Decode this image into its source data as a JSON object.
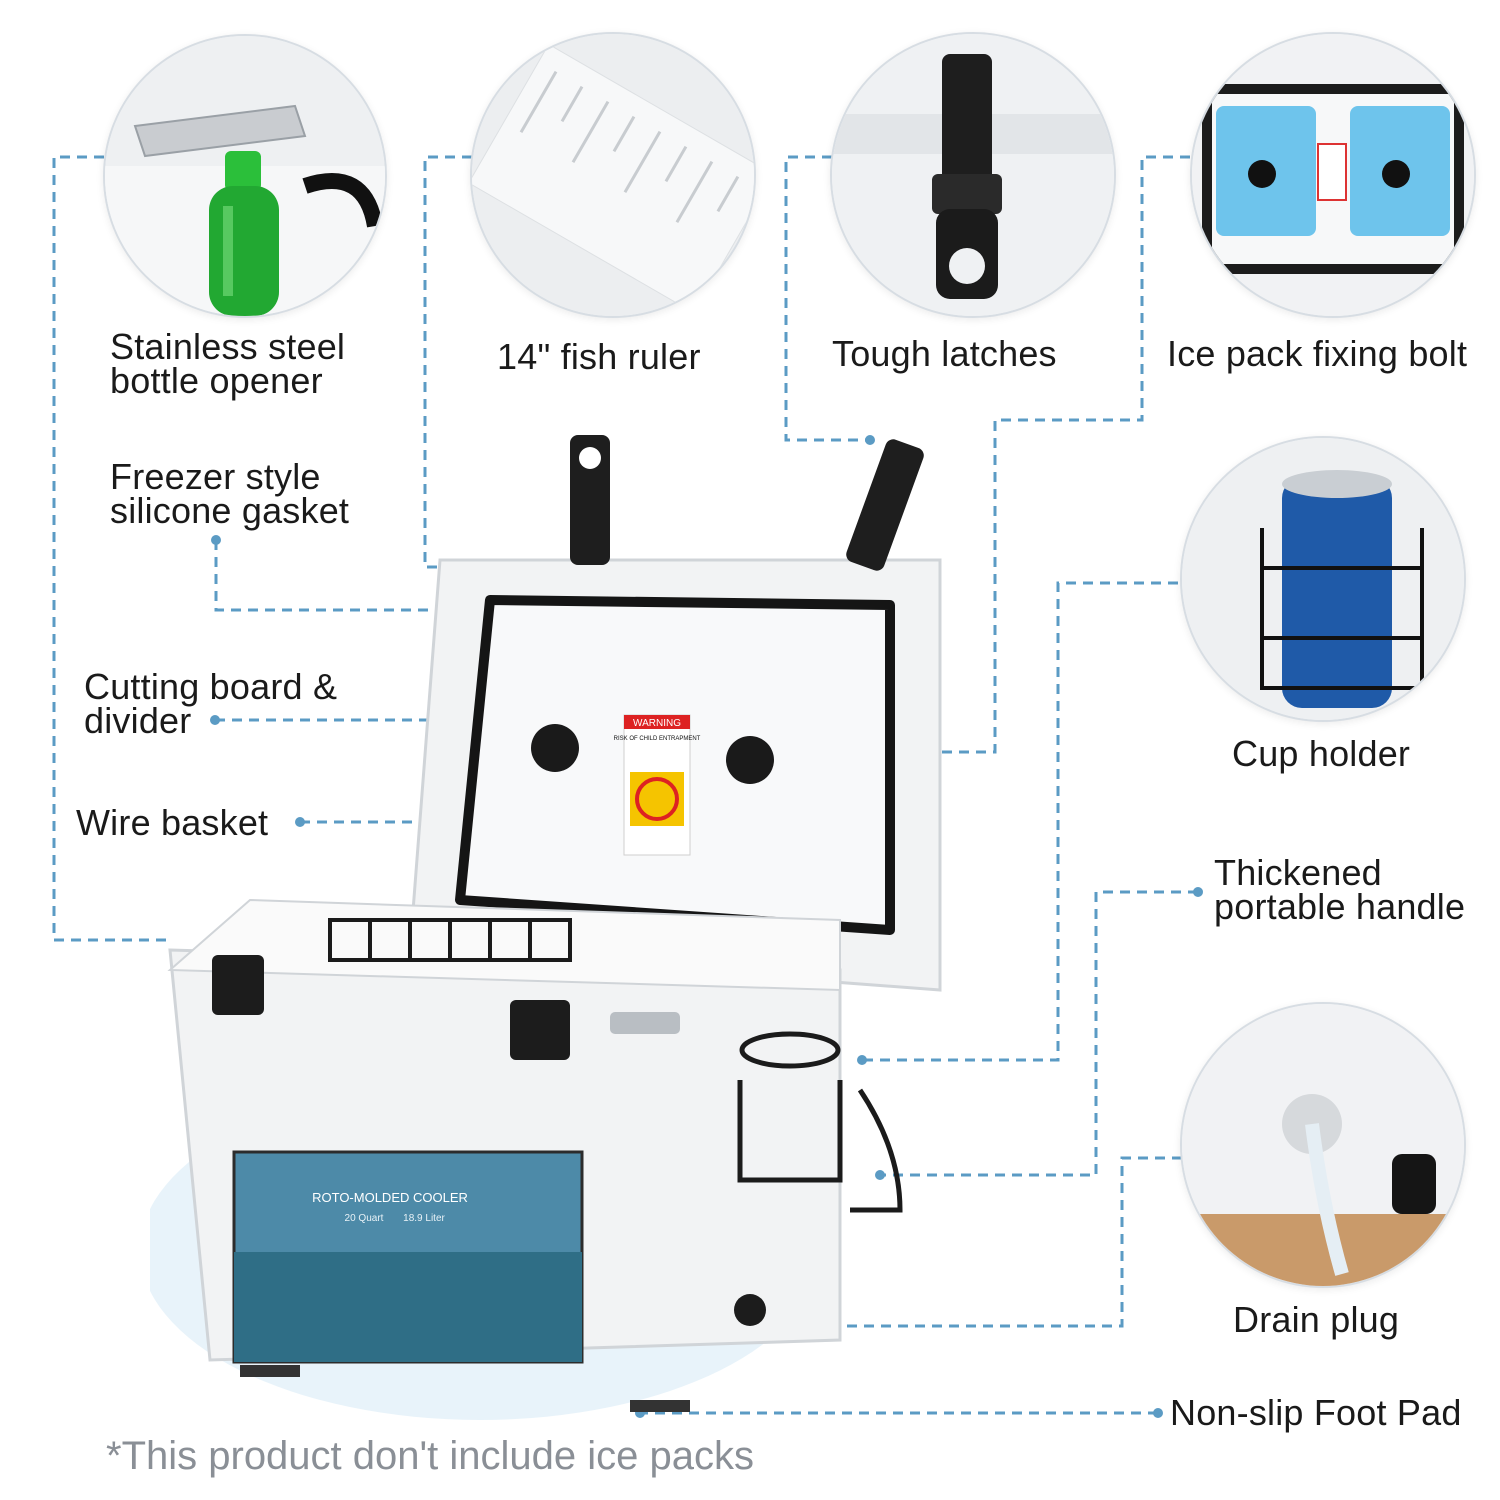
{
  "features": {
    "bottle_opener": {
      "line1": "Stainless steel",
      "line2": "bottle opener",
      "icon": "bottle-opener-icon"
    },
    "fish_ruler": {
      "label": "14\" fish ruler",
      "icon": "ruler-icon"
    },
    "latches": {
      "label": "Tough latches",
      "icon": "latch-icon"
    },
    "ice_pack_bolt": {
      "label": "Ice pack fixing bolt",
      "icon": "ice-pack-icon"
    },
    "gasket": {
      "line1": "Freezer style",
      "line2": "silicone gasket"
    },
    "cutting_board": {
      "line1": "Cutting board &",
      "line2": "divider"
    },
    "wire_basket": {
      "label": "Wire basket"
    },
    "cup_holder": {
      "label": "Cup holder",
      "icon": "cup-holder-icon"
    },
    "handle": {
      "line1": "Thickened",
      "line2": "portable handle"
    },
    "drain_plug": {
      "label": "Drain plug",
      "icon": "drain-plug-icon"
    },
    "foot_pad": {
      "label": "Non-slip Foot Pad"
    }
  },
  "product": {
    "warning_title": "WARNING",
    "warning_subtitle": "RISK OF CHILD ENTRAPMENT",
    "banner_title": "ROTO-MOLDED COOLER",
    "banner_capacity_quart": "20 Quart",
    "banner_capacity_liter": "18.9 Liter"
  },
  "footnote": "*This product don't include ice packs",
  "colors": {
    "dashed_line": "#5b9bc4",
    "cooler_body": "#f2f3f4",
    "latch": "#1e1e1e",
    "accent_blue": "#2a6fb8"
  }
}
